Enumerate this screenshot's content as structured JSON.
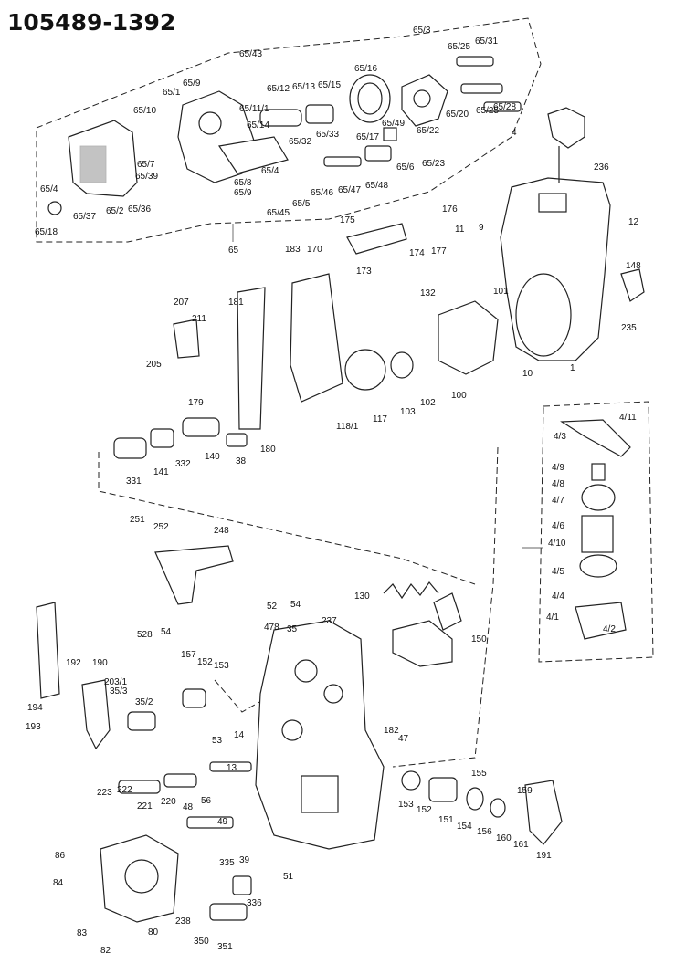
{
  "drawing_number": "105489-1392",
  "part_labels": [
    "65/3",
    "65/25",
    "65/31",
    "65/43",
    "65/16",
    "65/9",
    "65/1",
    "65/12",
    "65/13",
    "65/15",
    "65/10",
    "65/11/1",
    "65/14",
    "65/32",
    "65/33",
    "65/17",
    "65/49",
    "65/22",
    "65/20",
    "65/25",
    "65/28",
    "65/7",
    "65/39",
    "65/4",
    "65/8",
    "65/9",
    "65/45",
    "65/5",
    "65/46",
    "65/47",
    "65/48",
    "65/6",
    "65/23",
    "65/4",
    "65/37",
    "65/2",
    "65/36",
    "65/18",
    "65",
    "4",
    "236",
    "175",
    "176",
    "9",
    "183",
    "170",
    "174",
    "177",
    "11",
    "12",
    "148",
    "132",
    "173",
    "181",
    "207",
    "211",
    "101",
    "235",
    "205",
    "10",
    "179",
    "118/1",
    "117",
    "103",
    "102",
    "100",
    "1",
    "180",
    "4/11",
    "4/3",
    "38",
    "140",
    "332",
    "141",
    "331",
    "4/9",
    "4/8",
    "4/7",
    "4/6",
    "4/10",
    "4/5",
    "4/4",
    "4/1",
    "4/2",
    "251",
    "252",
    "248",
    "130",
    "52",
    "54",
    "528",
    "54",
    "478",
    "35",
    "237",
    "150",
    "192",
    "190",
    "157",
    "152",
    "153",
    "203/1",
    "35/3",
    "35/2",
    "194",
    "193",
    "182",
    "47",
    "53",
    "14",
    "13",
    "56",
    "155",
    "223",
    "222",
    "221",
    "220",
    "48",
    "49",
    "153",
    "152",
    "151",
    "154",
    "156",
    "160",
    "161",
    "159",
    "191",
    "86",
    "39",
    "335",
    "51",
    "84",
    "336",
    "83",
    "80",
    "238",
    "350",
    "82",
    "351"
  ]
}
